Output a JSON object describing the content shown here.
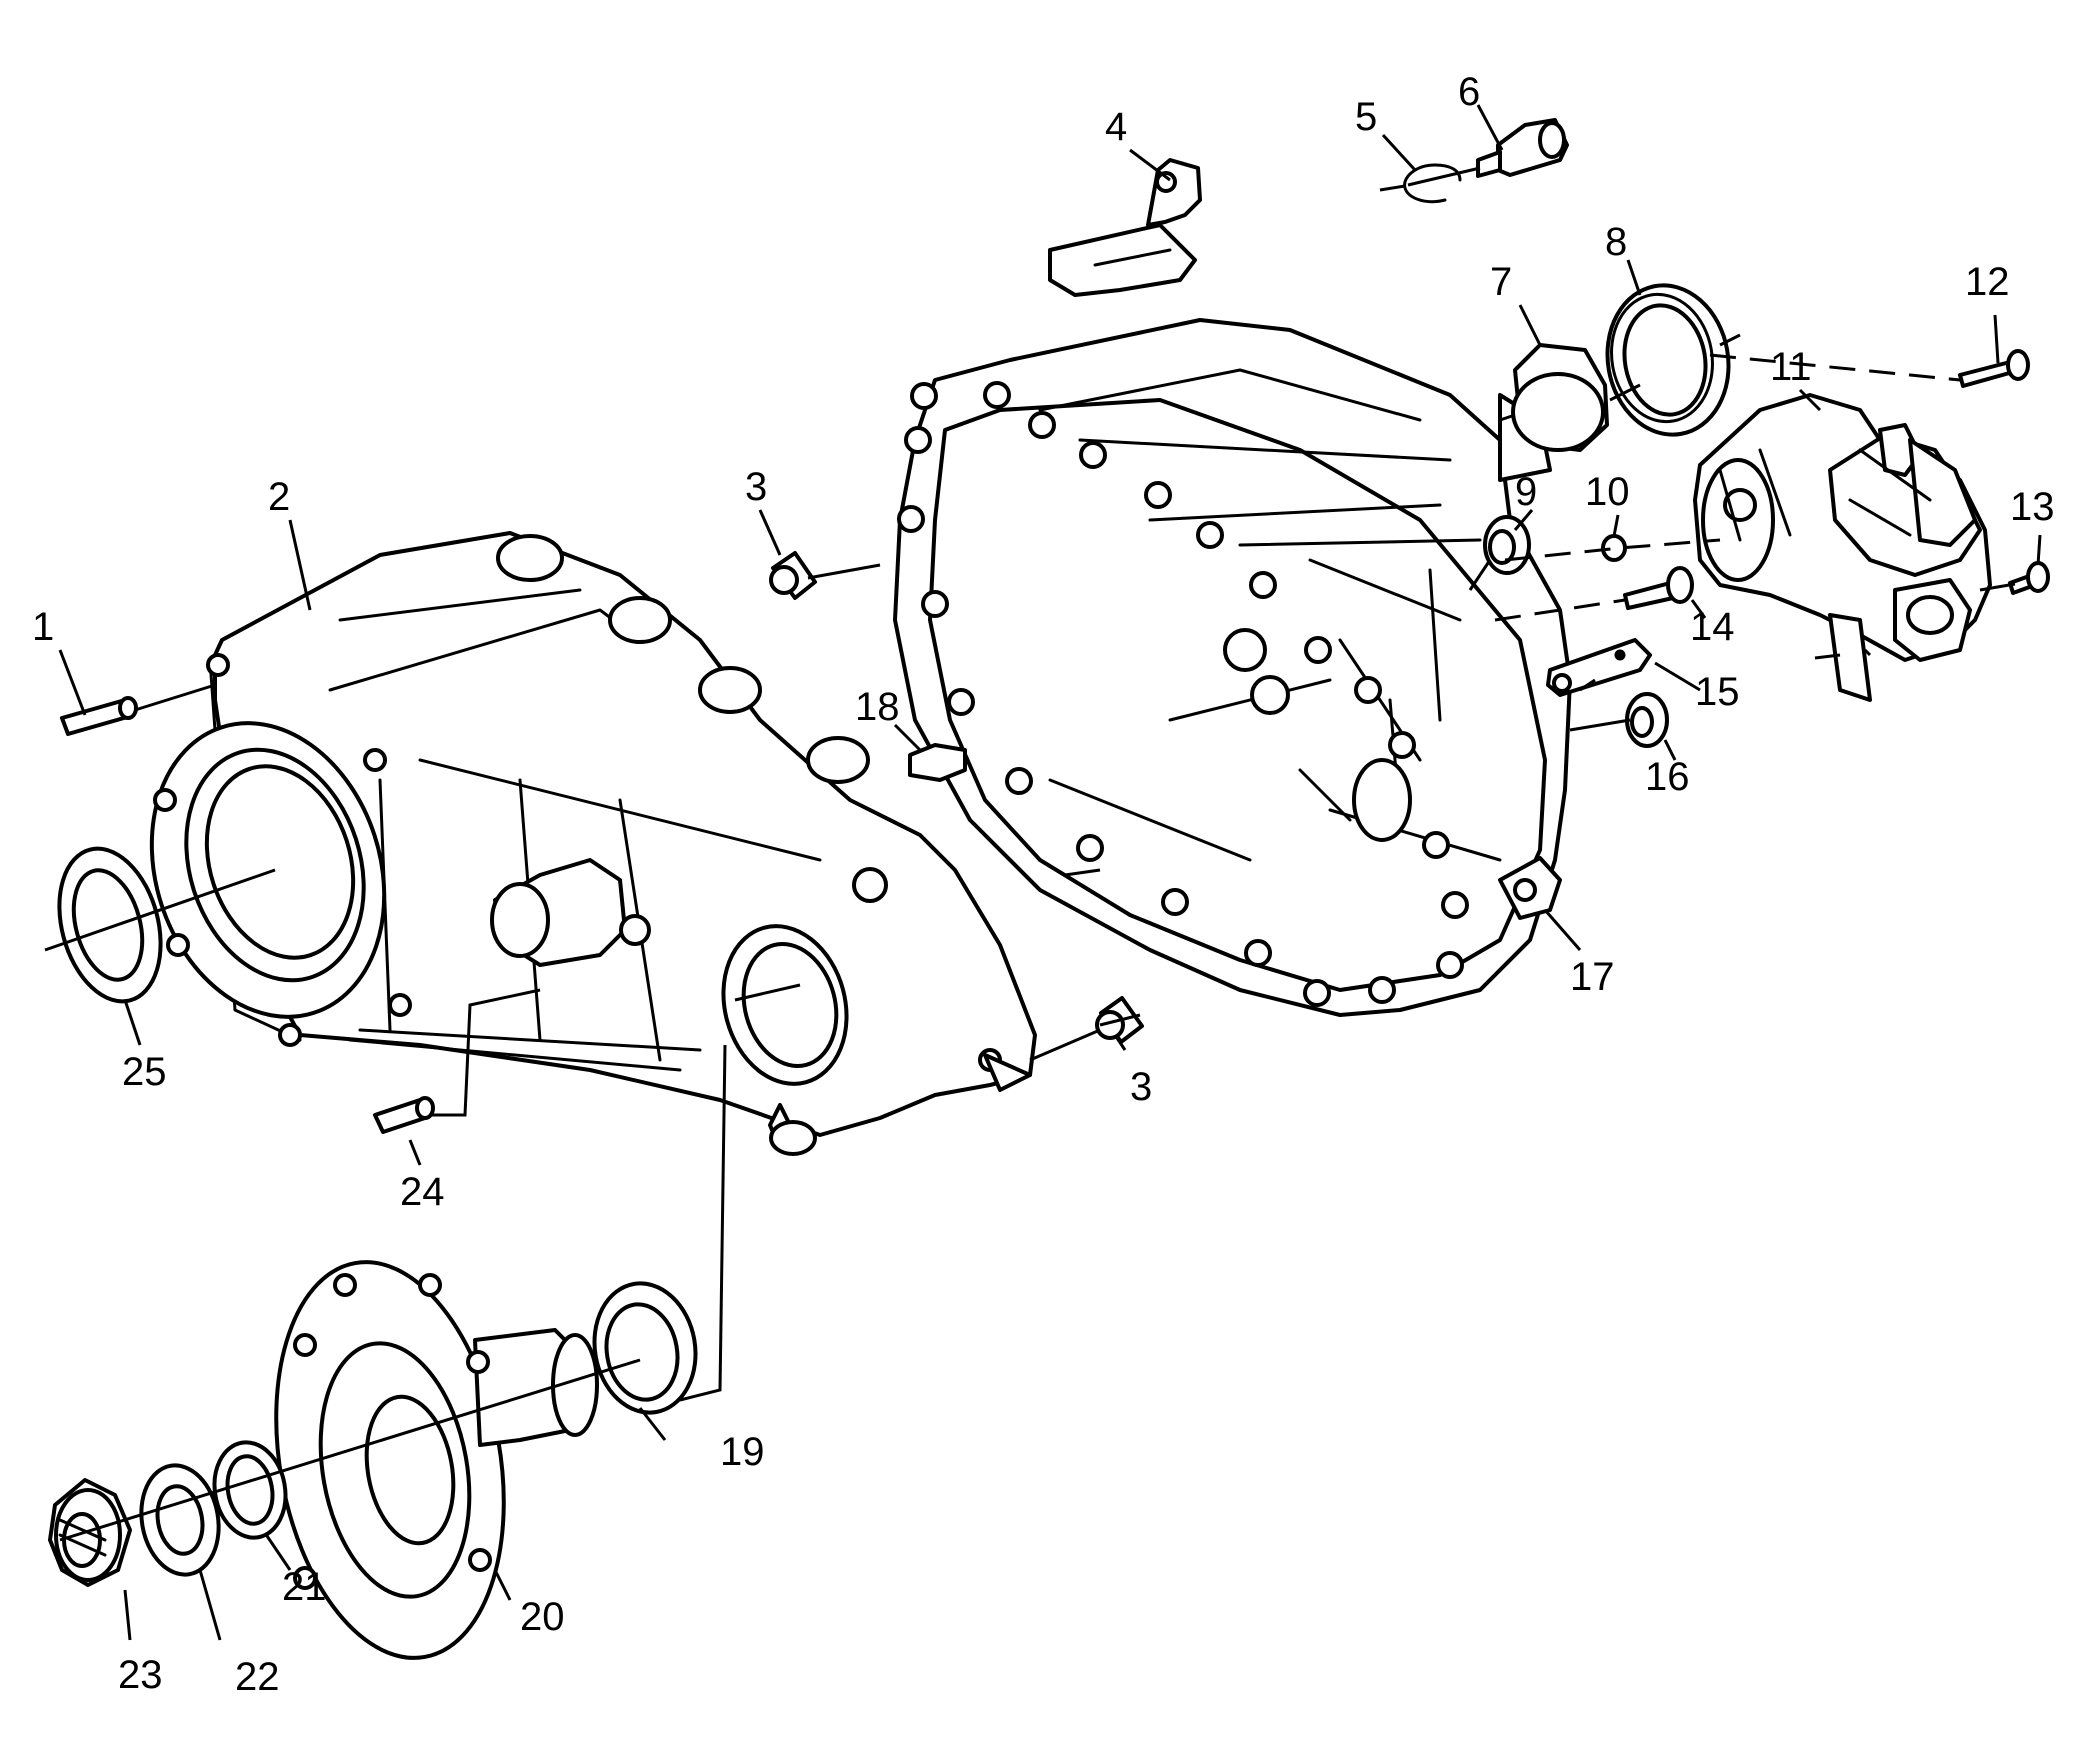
{
  "callouts": {
    "c1": "1",
    "c2": "2",
    "c3a": "3",
    "c3b": "3",
    "c4": "4",
    "c5": "5",
    "c6": "6",
    "c7": "7",
    "c8": "8",
    "c9": "9",
    "c10": "10",
    "c11": "11",
    "c12": "12",
    "c13": "13",
    "c14": "14",
    "c15": "15",
    "c16": "16",
    "c17": "17",
    "c18": "18",
    "c19": "19",
    "c20": "20",
    "c21": "21",
    "c22": "22",
    "c23": "23",
    "c24": "24",
    "c25": "25"
  }
}
